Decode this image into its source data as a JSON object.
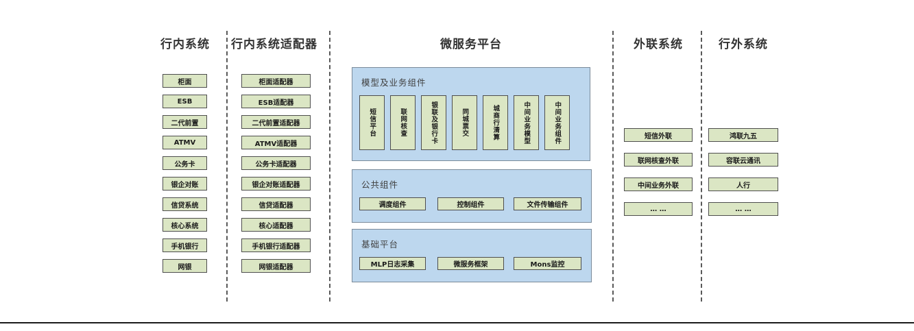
{
  "colors": {
    "green_fill": "#dbe6c4",
    "green_border": "#4d4d4d",
    "blue_fill": "#bdd7ee",
    "dash": "#595959",
    "header_text": "#333333",
    "bottom_line": "#1a1a1a"
  },
  "columns": [
    {
      "title": "行内系统",
      "items": [
        "柜面",
        "ESB",
        "二代前置",
        "ATMV",
        "公务卡",
        "银企对账",
        "信贷系统",
        "核心系统",
        "手机银行",
        "网银"
      ]
    },
    {
      "title": "行内系统适配器",
      "items": [
        "柜面适配器",
        "ESB适配器",
        "二代前置适配器",
        "ATMV适配器",
        "公务卡适配器",
        "银企对账适配器",
        "信贷适配器",
        "核心适配器",
        "手机银行适配器",
        "网银适配器"
      ]
    },
    {
      "title": "微服务平台",
      "panels": [
        {
          "label": "模型及业务组件",
          "vertical_items": [
            "短信平台",
            "联网核查",
            "银联及银行卡",
            "同城票交",
            "城商行清算",
            "中间业务模型",
            "中间业务组件"
          ]
        },
        {
          "label": "公共组件",
          "items": [
            "调度组件",
            "控制组件",
            "文件传输组件"
          ]
        },
        {
          "label": "基础平台",
          "items": [
            "MLP日志采集",
            "微服务框架",
            "Mons监控"
          ]
        }
      ]
    },
    {
      "title": "外联系统",
      "items": [
        "短信外联",
        "联网核查外联",
        "中间业务外联",
        "… …"
      ]
    },
    {
      "title": "行外系统",
      "items": [
        "鸿联九五",
        "容联云通讯",
        "人行",
        "… …"
      ]
    }
  ]
}
